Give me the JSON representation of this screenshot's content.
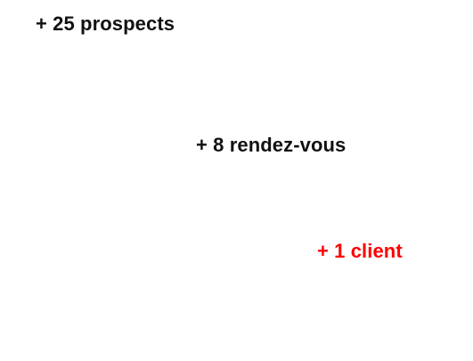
{
  "lines": [
    {
      "text": "+ 25 prospects",
      "color": "#111111"
    },
    {
      "text": "+ 8 rendez-vous",
      "color": "#111111"
    },
    {
      "text": "+ 1 client",
      "color": "#ff0000"
    }
  ]
}
